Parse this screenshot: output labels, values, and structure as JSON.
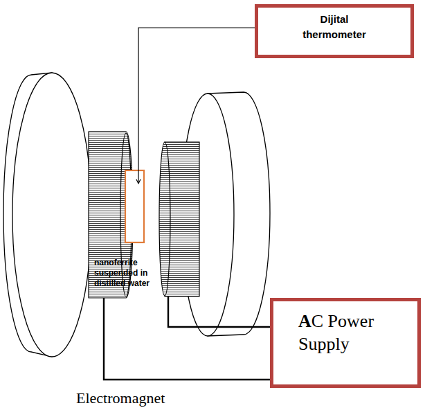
{
  "diagram": {
    "nodes": [
      {
        "text": [
          "Dijital thermometer"
        ]
      },
      {
        "text": [
          "AC Power Supply"
        ]
      }
    ],
    "labels": [
      "nanoferrite suspended in distilled water",
      "Electromagnet"
    ]
  }
}
